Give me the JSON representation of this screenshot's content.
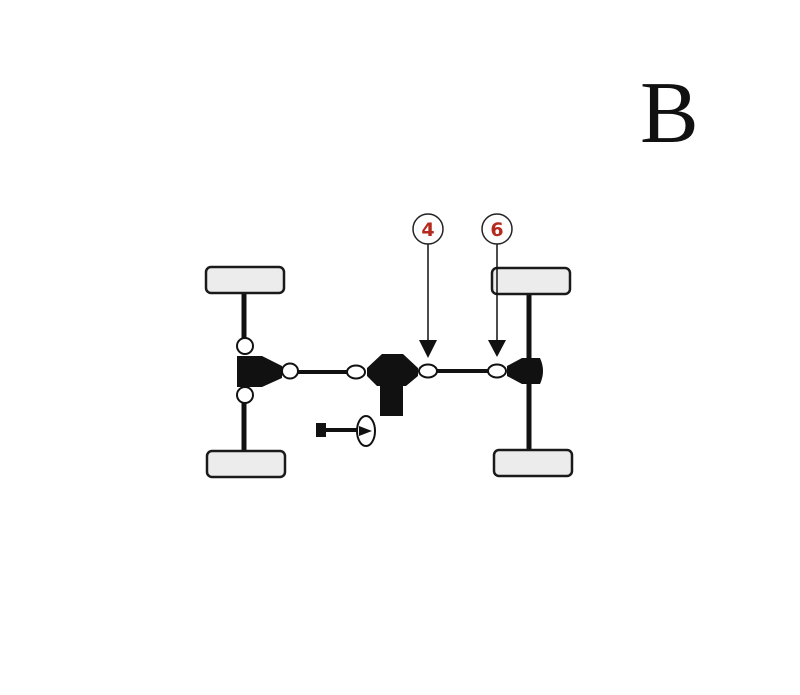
{
  "panel_label": "B",
  "callouts": [
    {
      "id": "callout-4",
      "label": "4"
    },
    {
      "id": "callout-6",
      "label": "6"
    }
  ],
  "colors": {
    "line": "#111111",
    "tire_fill": "#ececec",
    "tire_stroke": "#1a1a1a",
    "callout_text": "#b52a1c",
    "background": "#ffffff"
  }
}
